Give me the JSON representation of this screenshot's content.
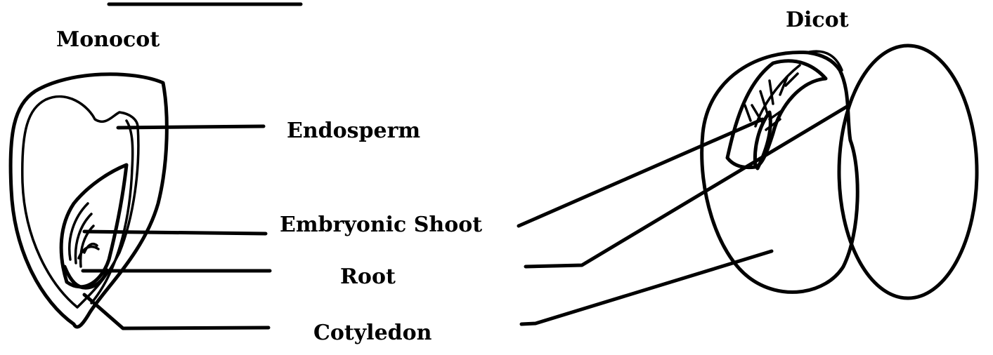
{
  "titles": {
    "monocot": "Monocot",
    "dicot": "Dicot"
  },
  "labels": {
    "endosperm": "Endosperm",
    "embryonic_shoot": "Embryonic Shoot",
    "root": "Root",
    "cotyledon": "Cotyledon"
  },
  "colors": {
    "ink": "#000000",
    "background": "#ffffff"
  }
}
